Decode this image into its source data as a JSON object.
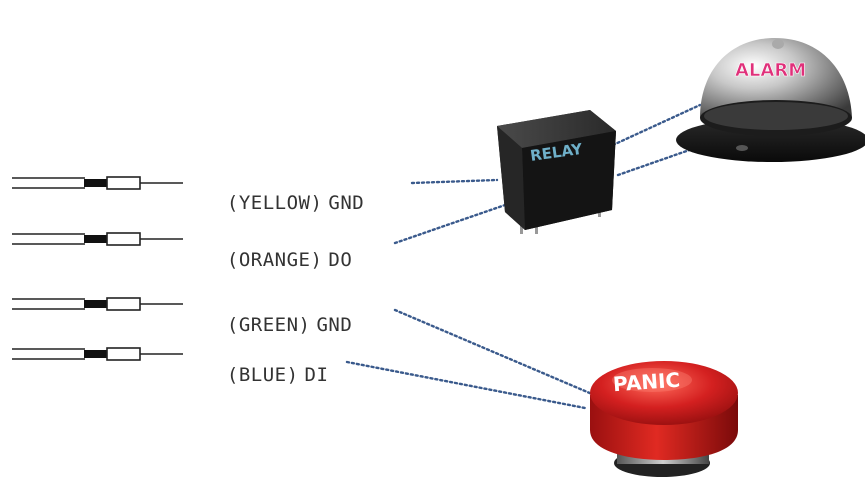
{
  "wires": [
    {
      "color_name": "(YELLOW)",
      "signal": "GND"
    },
    {
      "color_name": "(ORANGE)",
      "signal": "DO"
    },
    {
      "color_name": "(GREEN)",
      "signal": "GND"
    },
    {
      "color_name": "(BLUE)",
      "signal": "DI"
    }
  ],
  "devices": {
    "relay": {
      "label": "RELAY"
    },
    "alarm": {
      "label": "ALARM"
    },
    "panic": {
      "label": "PANIC"
    }
  },
  "colors": {
    "connection": "#3a5a8c",
    "relay_text": "#6fb0c9",
    "alarm_text": "#e0307a",
    "panic_red": "#d42020"
  }
}
